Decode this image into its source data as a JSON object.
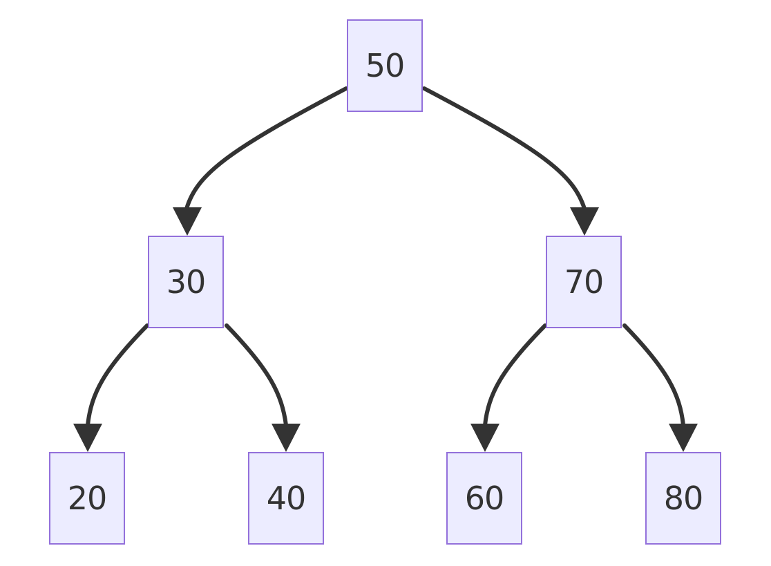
{
  "tree": {
    "nodes": [
      {
        "id": "n50",
        "label": "50"
      },
      {
        "id": "n30",
        "label": "30"
      },
      {
        "id": "n70",
        "label": "70"
      },
      {
        "id": "n20",
        "label": "20"
      },
      {
        "id": "n40",
        "label": "40"
      },
      {
        "id": "n60",
        "label": "60"
      },
      {
        "id": "n80",
        "label": "80"
      }
    ],
    "edges": [
      {
        "from": "50",
        "to": "30"
      },
      {
        "from": "50",
        "to": "70"
      },
      {
        "from": "30",
        "to": "20"
      },
      {
        "from": "30",
        "to": "40"
      },
      {
        "from": "70",
        "to": "60"
      },
      {
        "from": "70",
        "to": "80"
      }
    ]
  },
  "colors": {
    "node_fill": "#ECECFF",
    "node_border": "#9370DB",
    "text": "#333333",
    "edge": "#333333"
  }
}
